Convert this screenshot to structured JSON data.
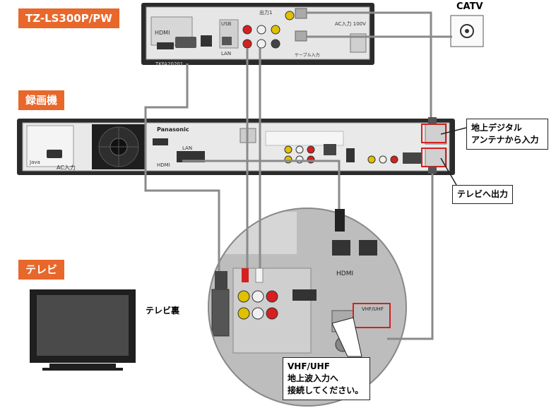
{
  "labels": {
    "tuner_model": "TZ-LS300P/PW",
    "catv": "CATV",
    "recorder": "録画機",
    "tv": "テレビ",
    "tv_back": "テレビ裏",
    "terrestrial_in_line1": "地上デジタル",
    "terrestrial_in_line2": "アンテナから入力",
    "to_tv_out": "テレビへ出力",
    "vhf_line1": "VHF/UHF",
    "vhf_line2": "地上波入力へ",
    "vhf_line3": "接続してください。"
  },
  "device_text": {
    "tuner_hdmi": "HDMI",
    "tuner_serial": "TKFA20201",
    "tuner_out": "出力1",
    "tuner_ac": "AC入力 100V",
    "tuner_cable_in": "ケーブル入力",
    "tuner_lan": "LAN",
    "tuner_usb": "USB",
    "recorder_brand": "Panasonic",
    "recorder_ac": "AC入力",
    "recorder_java": "Java",
    "recorder_hdmi": "HDMI",
    "recorder_lan": "LAN",
    "tv_hdmi": "HDMI",
    "tv_vhf": "VHF/UHF"
  },
  "colors": {
    "accent": "#e8672a",
    "highlight": "#d42020",
    "cable": "#8a8a8a",
    "device_body": "#2b2b2b",
    "device_panel": "#e9e9e9"
  }
}
